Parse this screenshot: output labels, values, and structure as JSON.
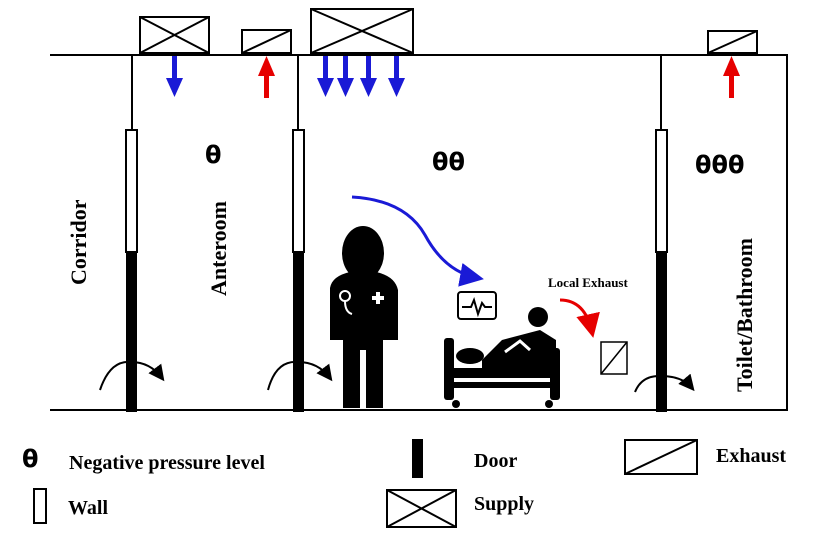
{
  "rooms": {
    "corridor": "Corridor",
    "anteroom": "Anteroom",
    "toilet": "Toilet/Bathroom"
  },
  "pressure_marks": {
    "anteroom": "θ",
    "patient_room": "θθ",
    "toilet": "θθθ"
  },
  "local_exhaust": "Local Exhaust",
  "legend": {
    "negative_symbol": "θ",
    "negative_label": "Negative pressure level",
    "wall_label": "Wall",
    "door_label": "Door",
    "supply_label": "Supply",
    "exhaust_label": "Exhaust"
  },
  "colors": {
    "supply_arrow": "#1a1ad6",
    "exhaust_arrow": "#e60000",
    "outline": "#000000"
  }
}
